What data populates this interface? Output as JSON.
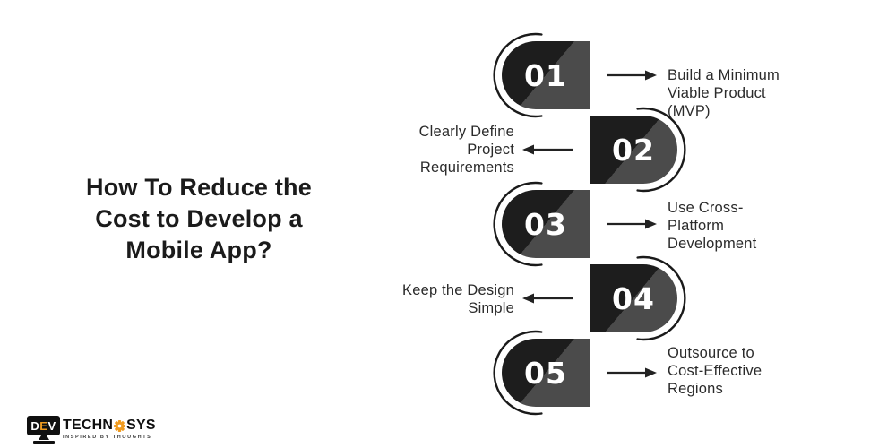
{
  "title": {
    "lines": [
      "How To Reduce the",
      "Cost to Develop a",
      "Mobile App?"
    ]
  },
  "steps": [
    {
      "number": "01",
      "label": "Build a Minimum Viable Product (MVP)",
      "side": "right"
    },
    {
      "number": "02",
      "label": "Clearly Define Project Requirements",
      "side": "left"
    },
    {
      "number": "03",
      "label": "Use Cross-Platform Development",
      "side": "right"
    },
    {
      "number": "04",
      "label": "Keep the Design Simple",
      "side": "left"
    },
    {
      "number": "05",
      "label": "Outsource to Cost-Effective Regions",
      "side": "right"
    }
  ],
  "logo": {
    "monitor_letters": [
      "D",
      "E",
      "V"
    ],
    "brand_left": "TECHN",
    "brand_right": "SYS",
    "tagline": "INSPIRED BY THOUGHTS"
  },
  "colors": {
    "dark": "#1d1d1d",
    "gray": "#4b4b4b",
    "accent_orange": "#f09b1f",
    "text": "#2b2b2b"
  }
}
